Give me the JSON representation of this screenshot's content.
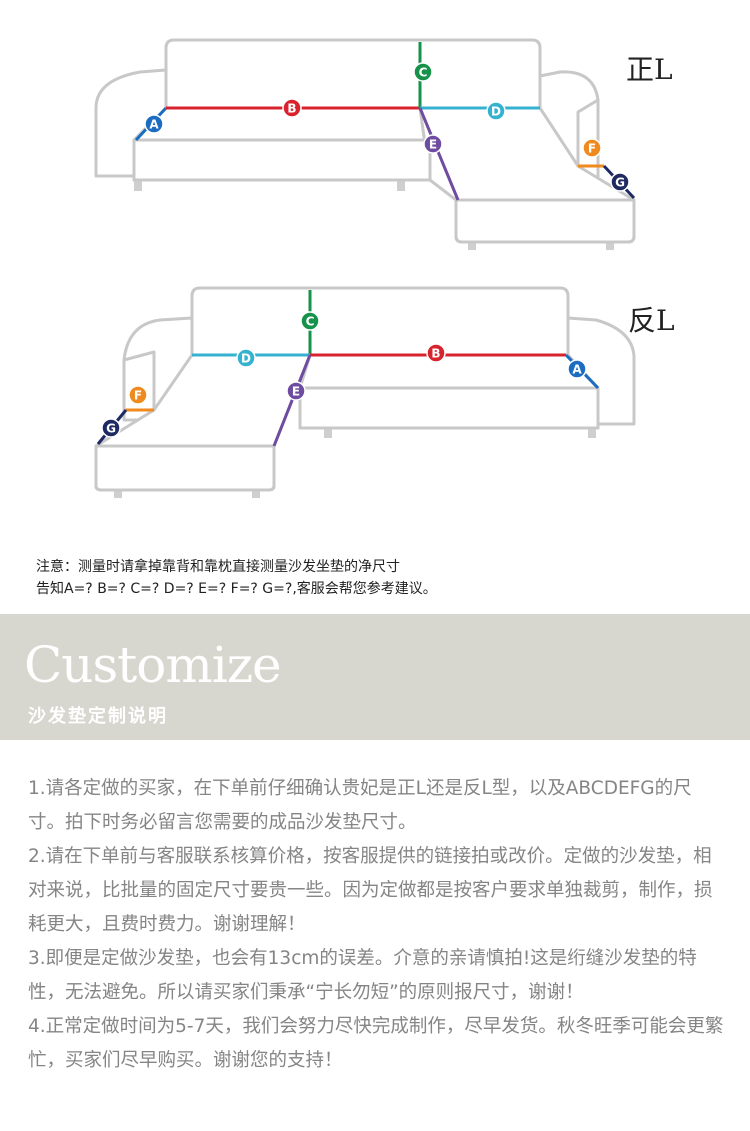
{
  "diagram_top": {
    "label": "正L",
    "markers": [
      {
        "letter": "A",
        "color": "#1b6dc1"
      },
      {
        "letter": "B",
        "color": "#d8232e"
      },
      {
        "letter": "C",
        "color": "#17924a"
      },
      {
        "letter": "D",
        "color": "#35b2d0"
      },
      {
        "letter": "E",
        "color": "#6e4c9f"
      },
      {
        "letter": "F",
        "color": "#ef8a1e"
      },
      {
        "letter": "G",
        "color": "#1f2a63"
      }
    ]
  },
  "diagram_bottom": {
    "label": "反L",
    "markers": [
      {
        "letter": "A",
        "color": "#1b6dc1"
      },
      {
        "letter": "B",
        "color": "#d8232e"
      },
      {
        "letter": "C",
        "color": "#17924a"
      },
      {
        "letter": "D",
        "color": "#35b2d0"
      },
      {
        "letter": "E",
        "color": "#6e4c9f"
      },
      {
        "letter": "F",
        "color": "#ef8a1e"
      },
      {
        "letter": "G",
        "color": "#1f2a63"
      }
    ]
  },
  "notes": {
    "line1": "注意：测量时请拿掉靠背和靠枕直接测量沙发坐垫的净尺寸",
    "line2": "告知A=? B=? C=? D=? E=? F=? G=?,客服会帮您参考建议。"
  },
  "banner": {
    "title": "Customize",
    "subtitle": "沙发垫定制说明",
    "background": "#d7d6cf"
  },
  "instructions": [
    "1.请各定做的买家，在下单前仔细确认贵妃是正L还是反L型，以及ABCDEFG的尺寸。拍下时务必留言您需要的成品沙发垫尺寸。",
    "2.请在下单前与客服联系核算价格，按客服提供的链接拍或改价。定做的沙发垫，相对来说，比批量的固定尺寸要贵一些。因为定做都是按客户要求单独裁剪，制作，损耗更大，且费时费力。谢谢理解！",
    "3.即便是定做沙发垫，也会有13cm的误差。介意的亲请慎拍!这是绗缝沙发垫的特性，无法避免。所以请买家们秉承“宁长勿短”的原则报尺寸，谢谢！",
    "4.正常定做时间为5-7天，我们会努力尽快完成制作，尽早发货。秋冬旺季可能会更繁忙，买家们尽早购买。谢谢您的支持！"
  ]
}
